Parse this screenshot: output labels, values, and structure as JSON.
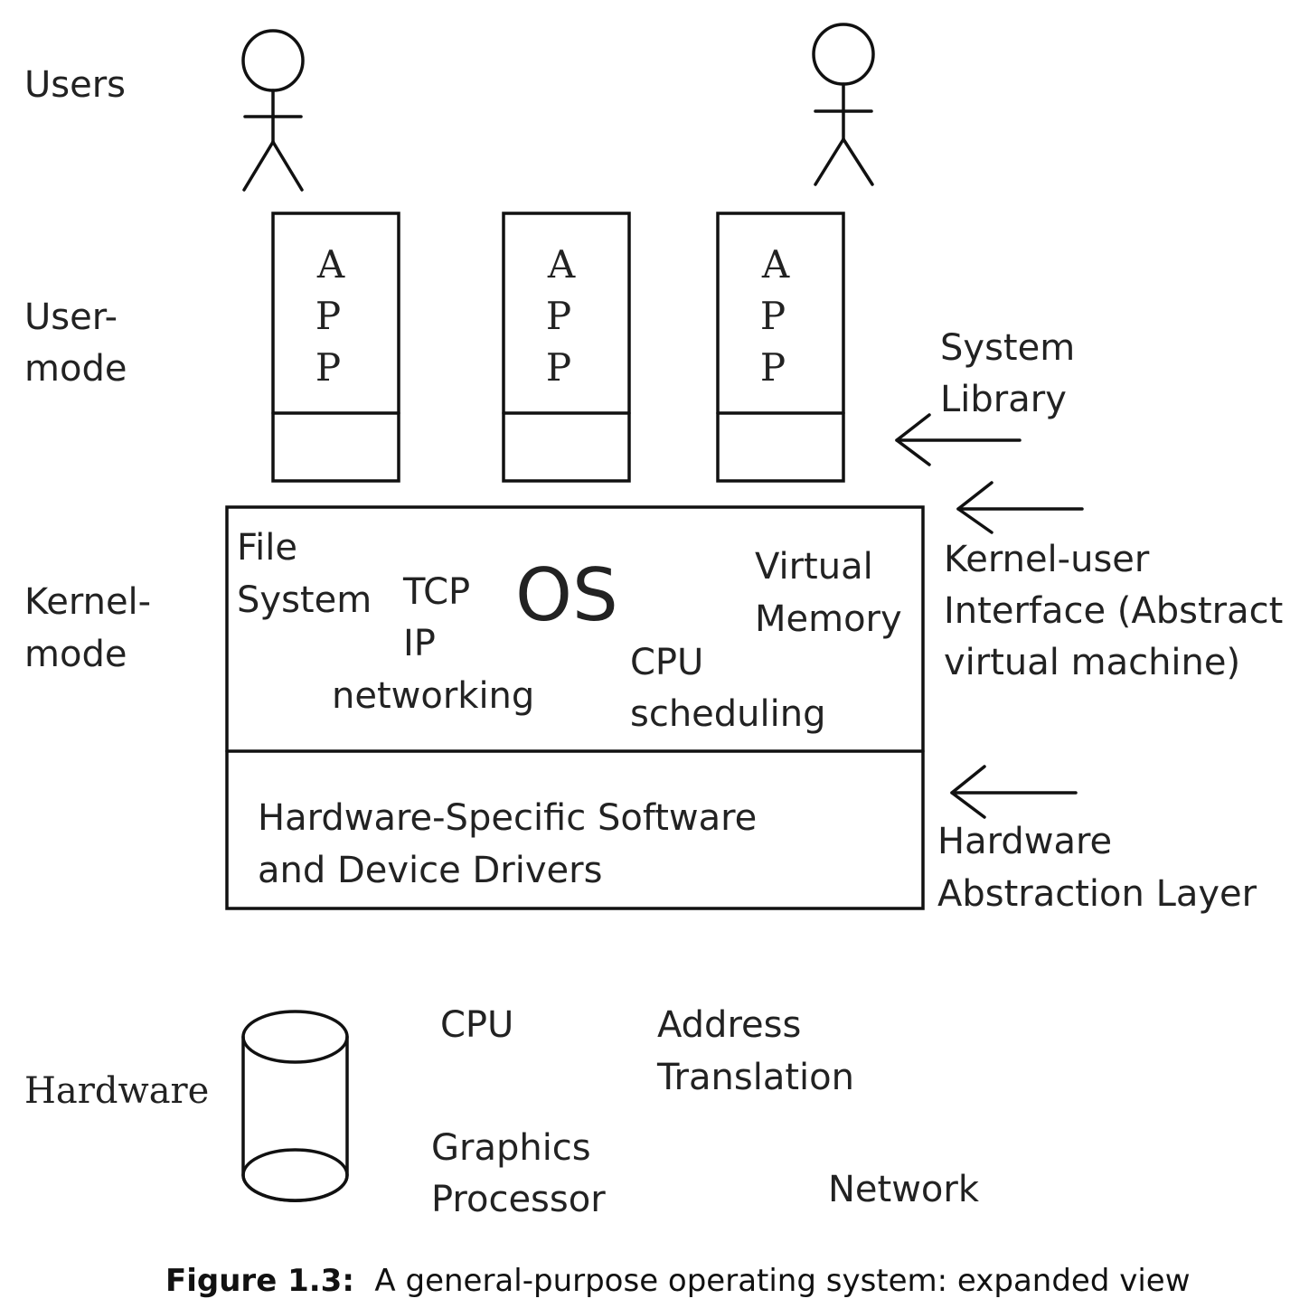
{
  "layers": {
    "users": "Users",
    "user_mode": [
      "User-",
      "mode"
    ],
    "kernel_mode": [
      "Kernel-",
      "mode"
    ],
    "hardware": "Hardware"
  },
  "app_letters": [
    "A",
    "P",
    "P"
  ],
  "os": {
    "title": "OS",
    "file_system": [
      "File",
      "System"
    ],
    "tcp_ip": [
      "TCP",
      "IP"
    ],
    "networking": "networking",
    "virtual_memory": [
      "Virtual",
      "Memory"
    ],
    "cpu_scheduling": [
      "CPU",
      "scheduling"
    ],
    "hal_box": [
      "Hardware-Specific Software",
      "and Device Drivers"
    ]
  },
  "annotations": {
    "system_library": [
      "System",
      "Library"
    ],
    "kernel_user_interface": [
      "Kernel-user",
      "Interface (Abstract",
      "virtual machine)"
    ],
    "hardware_abstraction_layer": [
      "Hardware",
      "Abstraction Layer"
    ]
  },
  "hardware_items": {
    "cpu": "CPU",
    "address_translation": [
      "Address",
      "Translation"
    ],
    "graphics_processor": [
      "Graphics",
      "Processor"
    ],
    "network": "Network"
  },
  "caption": {
    "label": "Figure 1.3:",
    "text": "A general-purpose operating system: expanded view"
  }
}
